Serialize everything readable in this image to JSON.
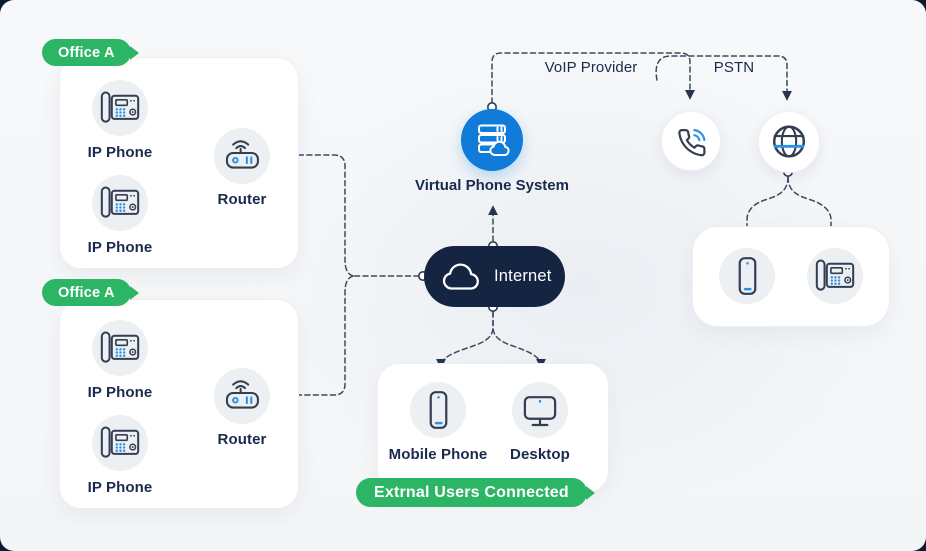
{
  "diagram": {
    "offices": [
      {
        "badge": "Office A",
        "phone1": "IP Phone",
        "phone2": "IP Phone",
        "router": "Router"
      },
      {
        "badge": "Office A",
        "phone1": "IP Phone",
        "phone2": "IP Phone",
        "router": "Router"
      }
    ],
    "virtual_phone_system": "Virtual Phone System",
    "internet": "Internet",
    "voip_provider": "VoIP Provider",
    "pstn": "PSTN",
    "external": {
      "badge": "Extrnal Users Connected",
      "mobile_phone": "Mobile Phone",
      "desktop": "Desktop"
    }
  },
  "colors": {
    "badge_green": "#2db566",
    "internet_navy": "#152441",
    "system_blue": "#117bd9",
    "icon_accent_blue": "#2e90e5",
    "icon_stroke": "#333e52",
    "text_navy": "#1a2a4c",
    "wire": "#3e495d",
    "frame_dark": "#0a1a31"
  },
  "icons": {
    "ip_phone": "desk-phone-with-keypad",
    "router": "wifi-router",
    "virtual_phone_system": "server-stack-with-cloud",
    "internet": "cloud-outline",
    "voip_provider": "handset-with-signal-waves",
    "pstn": "globe",
    "mobile_phone": "smartphone",
    "desktop": "monitor"
  }
}
